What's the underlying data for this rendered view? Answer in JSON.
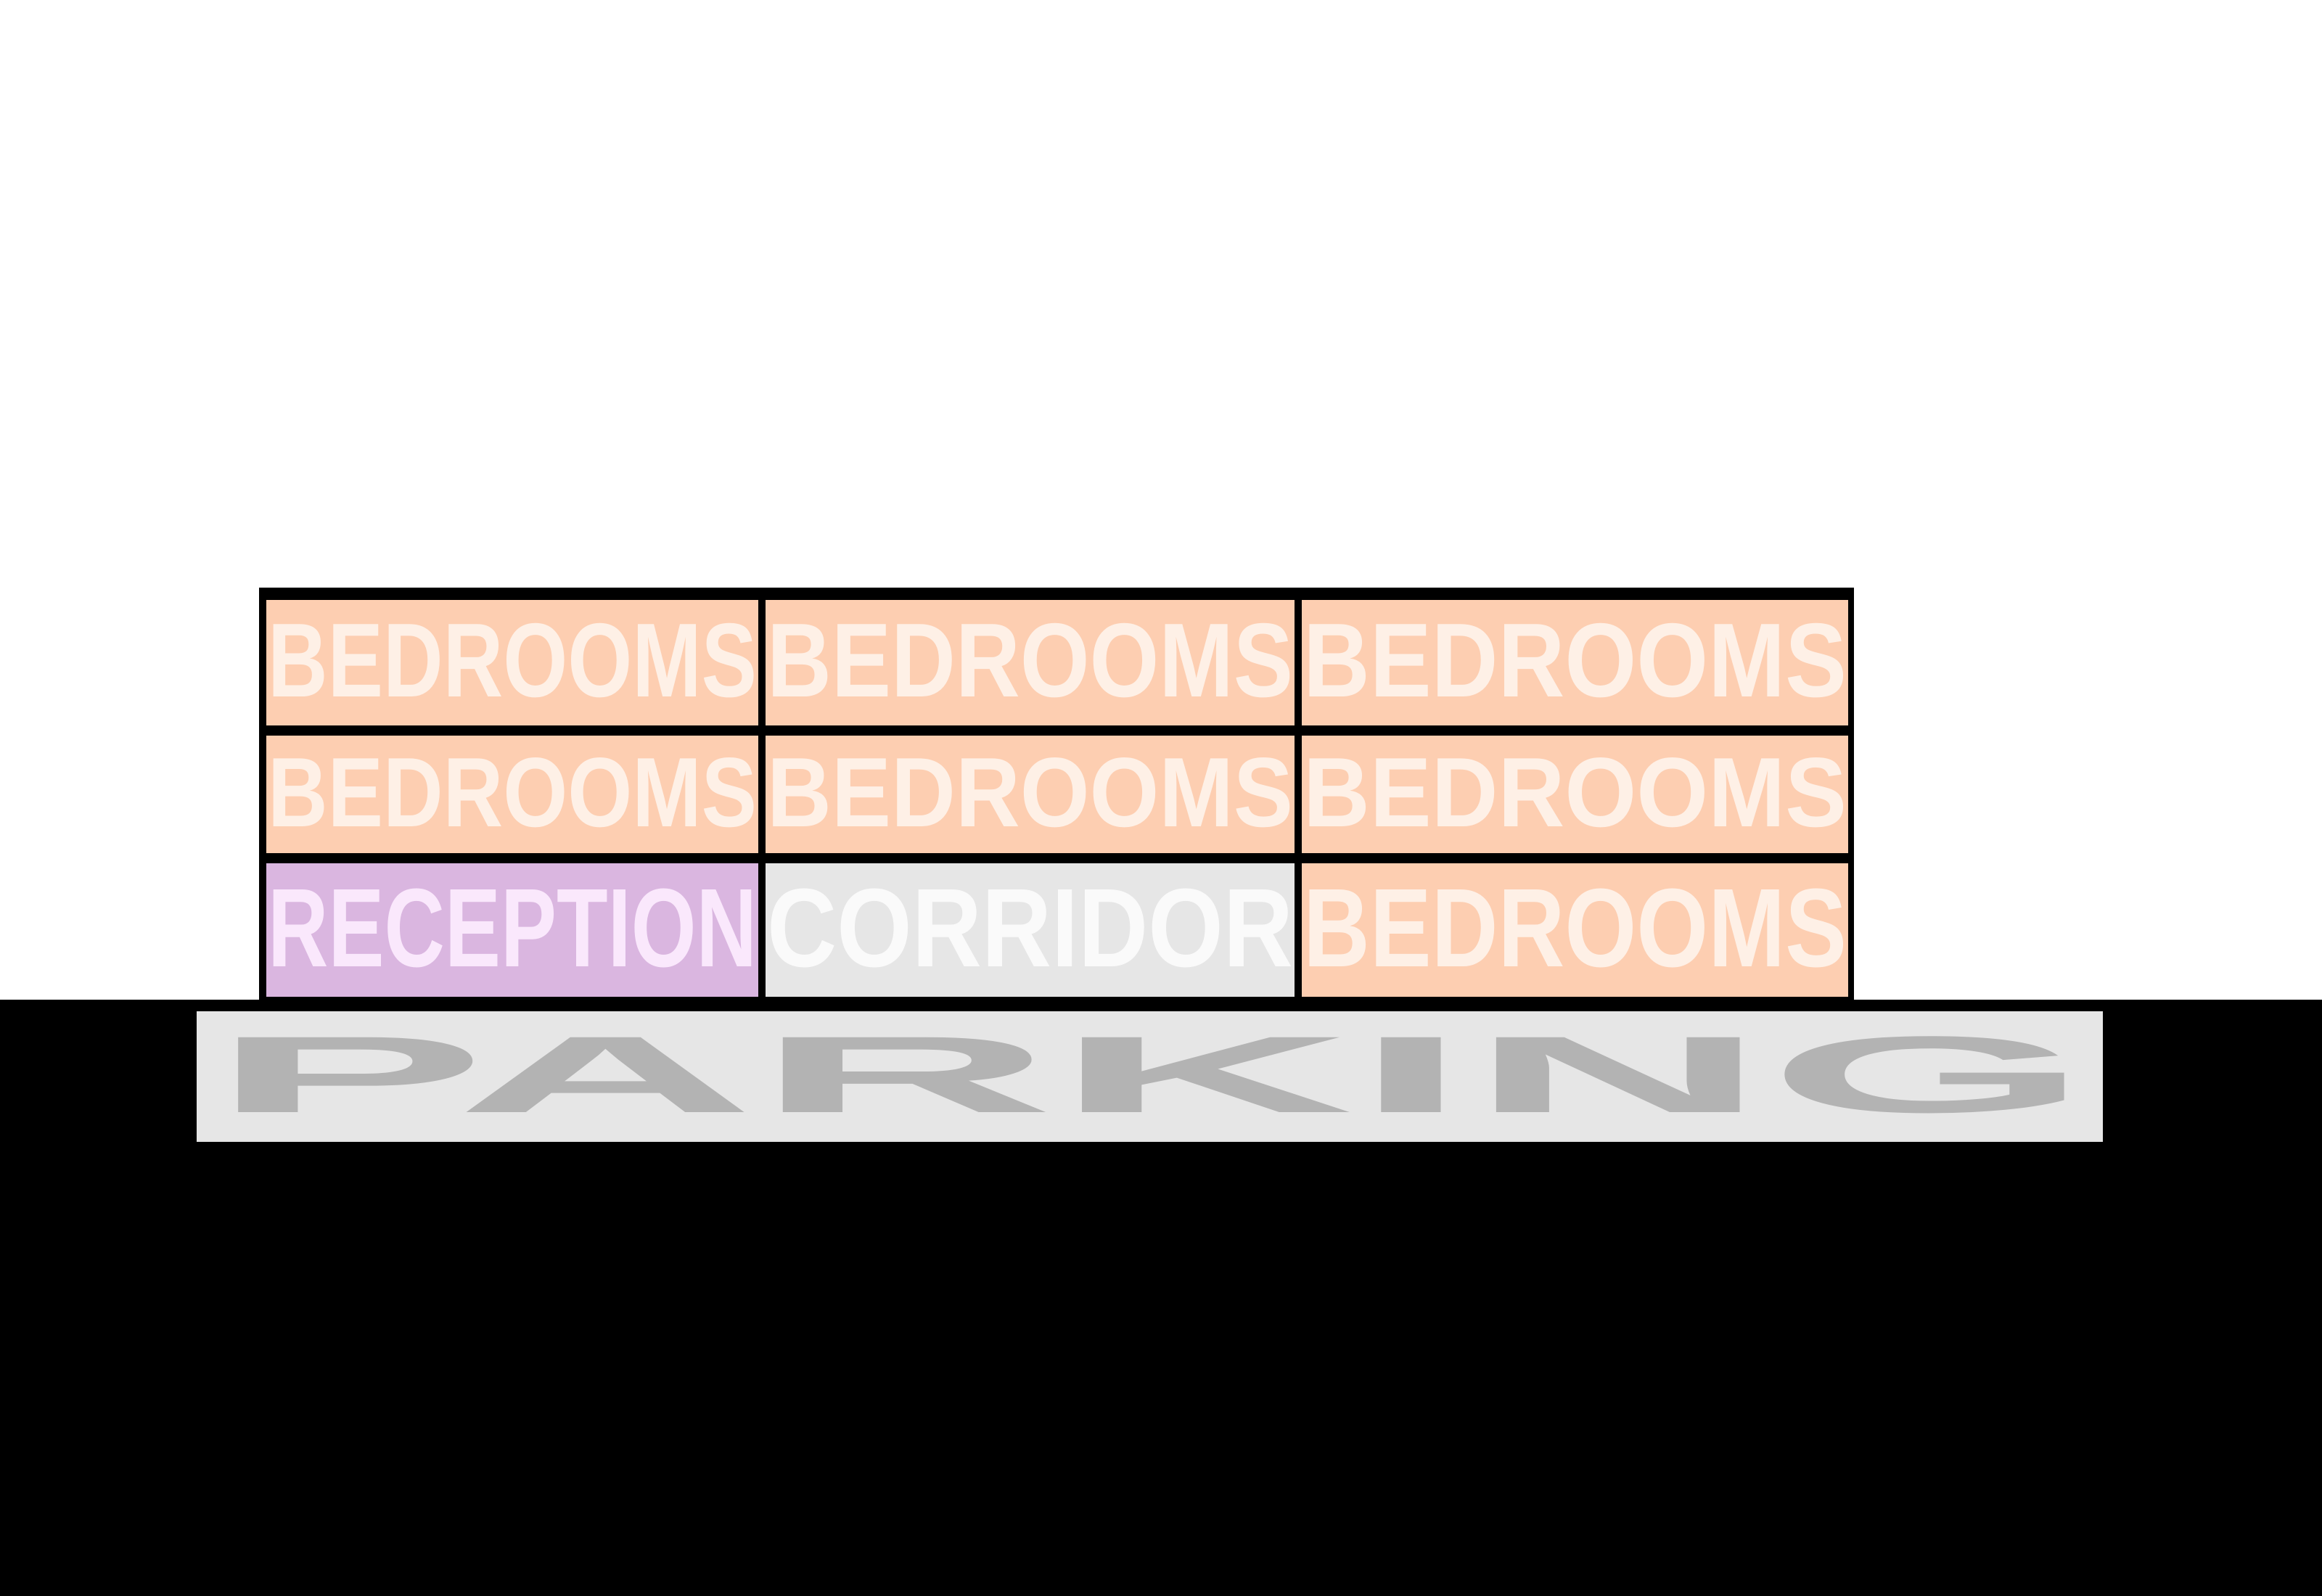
{
  "colors": {
    "bedrooms_bg": "#fdceb1",
    "bedrooms_text": "#fef0e6",
    "reception_bg": "#dab6e0",
    "reception_text": "#fae8fc",
    "corridor_bg": "#e6e6e6",
    "corridor_text": "#fafafa",
    "parking_bg": "#e6e6e6",
    "parking_text": "#b3b3b3",
    "structure": "#000000"
  },
  "rows": [
    {
      "cells": [
        {
          "label": "BEDROOMS",
          "type": "bedrooms"
        },
        {
          "label": "BEDROOMS",
          "type": "bedrooms"
        },
        {
          "label": "BEDROOMS",
          "type": "bedrooms"
        }
      ]
    },
    {
      "cells": [
        {
          "label": "BEDROOMS",
          "type": "bedrooms"
        },
        {
          "label": "BEDROOMS",
          "type": "bedrooms"
        },
        {
          "label": "BEDROOMS",
          "type": "bedrooms"
        }
      ]
    },
    {
      "cells": [
        {
          "label": "RECEPTION",
          "type": "reception"
        },
        {
          "label": "CORRIDOR",
          "type": "corridor"
        },
        {
          "label": "BEDROOMS",
          "type": "bedrooms"
        }
      ]
    }
  ],
  "parking": {
    "label": "PARKING"
  }
}
